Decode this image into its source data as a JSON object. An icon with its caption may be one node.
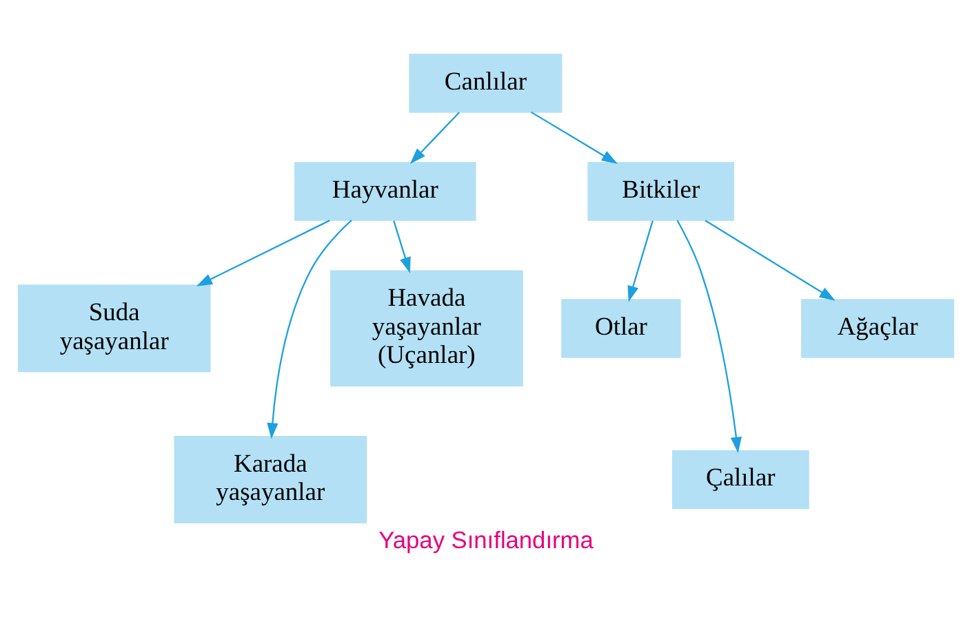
{
  "diagram": {
    "caption": "Yapay Sınıflandırma",
    "nodes": [
      {
        "text": [
          "Canlılar"
        ]
      },
      {
        "text": [
          "Hayvanlar"
        ]
      },
      {
        "text": [
          "Bitkiler"
        ]
      },
      {
        "text": [
          "Suda yaşayanlar"
        ]
      },
      {
        "text": [
          "Karada yaşayanlar"
        ]
      },
      {
        "text": [
          "Havada yaşayanlar (Uçanlar)"
        ]
      },
      {
        "text": [
          "Otlar"
        ]
      },
      {
        "text": [
          "Çalılar"
        ]
      },
      {
        "text": [
          "Ağaçlar"
        ]
      }
    ],
    "edges": [
      {
        "from": 0,
        "to": 1,
        "arrow": "to"
      },
      {
        "from": 0,
        "to": 2,
        "arrow": "to"
      },
      {
        "from": 1,
        "to": 3,
        "arrow": "to"
      },
      {
        "from": 1,
        "to": 4,
        "arrow": "to"
      },
      {
        "from": 1,
        "to": 5,
        "arrow": "to"
      },
      {
        "from": 2,
        "to": 6,
        "arrow": "to"
      },
      {
        "from": 2,
        "to": 7,
        "arrow": "to"
      },
      {
        "from": 2,
        "to": 8,
        "arrow": "to"
      }
    ]
  }
}
